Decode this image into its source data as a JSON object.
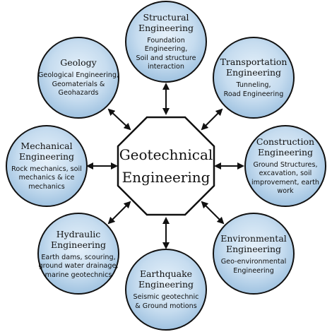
{
  "center": {
    "title_line1": "Geotechnical",
    "title_line2": "Engineering"
  },
  "nodes": [
    {
      "id": "structural",
      "title1": "Structural",
      "title2": "Engineering",
      "desc1": "Foundation Engineering,",
      "desc2": "Soil and structure",
      "desc3": "interaction",
      "desc4": ""
    },
    {
      "id": "transportation",
      "title1": "Transportation",
      "title2": "Engineering",
      "desc1": "Tunneling,",
      "desc2": "Road Engineering",
      "desc3": "",
      "desc4": ""
    },
    {
      "id": "construction",
      "title1": "Construction",
      "title2": "Engineering",
      "desc1": "Ground Structures,",
      "desc2": "excavation, soil",
      "desc3": "improvement, earth",
      "desc4": "work"
    },
    {
      "id": "environmental",
      "title1": "Environmental",
      "title2": "Engineering",
      "desc1": "Geo-environmental",
      "desc2": "Engineering",
      "desc3": "",
      "desc4": ""
    },
    {
      "id": "earthquake",
      "title1": "Earthquake",
      "title2": "Engineering",
      "desc1": "Seismic geotechnic",
      "desc2": "& Ground motions",
      "desc3": "",
      "desc4": ""
    },
    {
      "id": "hydraulic",
      "title1": "Hydraulic",
      "title2": "Engineering",
      "desc1": "Earth dams, scouring,",
      "desc2": "ground water drainage,",
      "desc3": "marine geotechnics",
      "desc4": ""
    },
    {
      "id": "mechanical",
      "title1": "Mechanical",
      "title2": "Engineering",
      "desc1": "Rock mechanics, soil",
      "desc2": "mechanics & ice",
      "desc3": "mechanics",
      "desc4": ""
    },
    {
      "id": "geology",
      "title1": "Geology",
      "title2": "",
      "desc1": "Geological Engineering,",
      "desc2": "Geomaterials &",
      "desc3": "Geohazards",
      "desc4": ""
    }
  ],
  "colors": {
    "circle_fill_inner": "#dcebf7",
    "circle_fill_outer": "#a9c9e3",
    "stroke": "#111111",
    "octagon_fill": "#ffffff"
  }
}
